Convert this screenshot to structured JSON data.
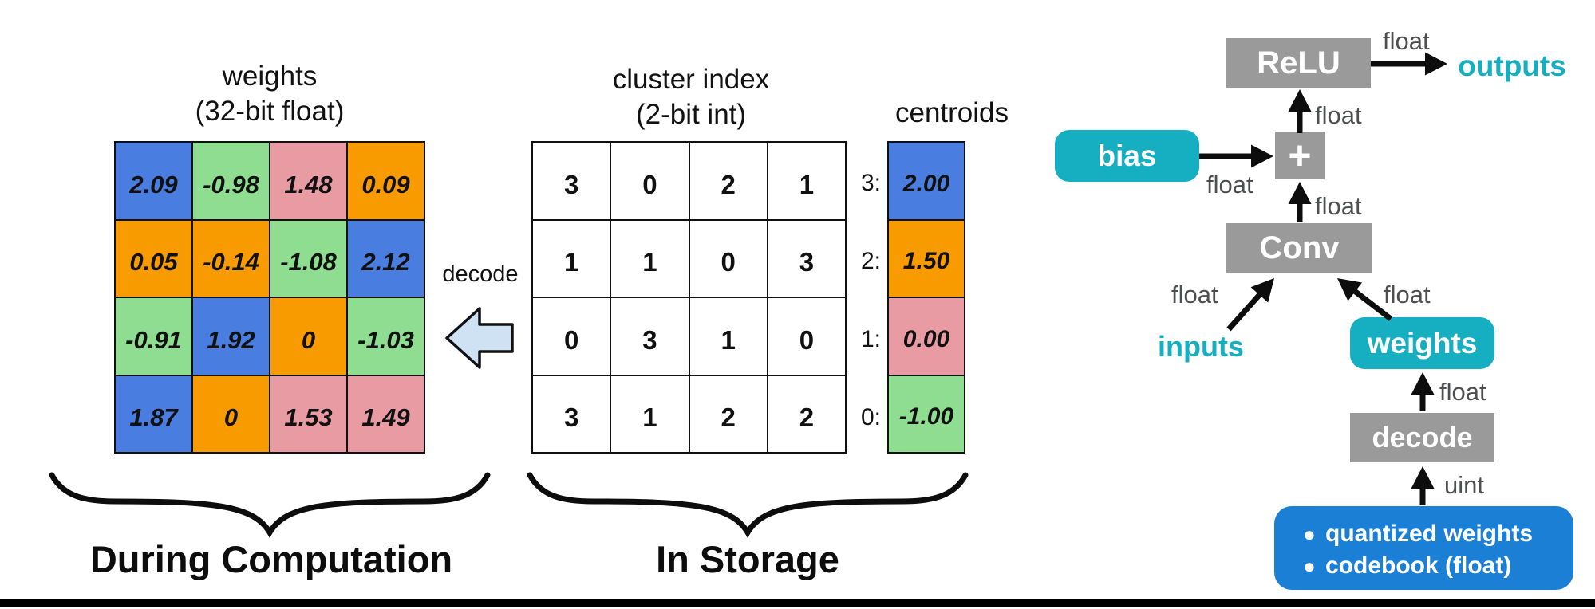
{
  "colors": {
    "blue": "#4a7de0",
    "green": "#8edd91",
    "orange": "#f89b00",
    "pink": "#e99ba3",
    "teal": "#16afc2",
    "gray": "#9a9a9a",
    "blue_box": "#1b80d5",
    "decode_arrow_fill": "#cfe2f3"
  },
  "computation": {
    "title": [
      "weights",
      "(32-bit float)"
    ],
    "caption": "During Computation",
    "matrix": [
      [
        "2.09",
        "-0.98",
        "1.48",
        "0.09"
      ],
      [
        "0.05",
        "-0.14",
        "-1.08",
        "2.12"
      ],
      [
        "-0.91",
        "1.92",
        "0",
        "-1.03"
      ],
      [
        "1.87",
        "0",
        "1.53",
        "1.49"
      ]
    ],
    "matrix_colors": [
      [
        "blue",
        "green",
        "pink",
        "orange"
      ],
      [
        "orange",
        "orange",
        "green",
        "blue"
      ],
      [
        "green",
        "blue",
        "orange",
        "green"
      ],
      [
        "blue",
        "orange",
        "pink",
        "pink"
      ]
    ],
    "decode_label": "decode"
  },
  "storage": {
    "title": [
      "cluster index",
      "(2-bit int)"
    ],
    "caption": "In Storage",
    "matrix": [
      [
        "3",
        "0",
        "2",
        "1"
      ],
      [
        "1",
        "1",
        "0",
        "3"
      ],
      [
        "0",
        "3",
        "1",
        "0"
      ],
      [
        "3",
        "1",
        "2",
        "2"
      ]
    ],
    "centroids_title": "centroids",
    "centroids": [
      {
        "label": "3:",
        "value": "2.00",
        "color": "blue"
      },
      {
        "label": "2:",
        "value": "1.50",
        "color": "orange"
      },
      {
        "label": "1:",
        "value": "0.00",
        "color": "pink"
      },
      {
        "label": "0:",
        "value": "-1.00",
        "color": "green"
      }
    ]
  },
  "graph": {
    "relu": "ReLU",
    "plus": "+",
    "conv": "Conv",
    "bias": "bias",
    "weights": "weights",
    "decode": "decode",
    "outputs": "outputs",
    "inputs": "inputs",
    "storage_box_items": [
      "quantized weights",
      "codebook (float)"
    ],
    "labels": {
      "relu_out": "float",
      "relu_in": "float",
      "bias_out": "float",
      "plus_in": "float",
      "conv_in_left": "float",
      "conv_in_right": "float",
      "weights_in": "float",
      "decode_in": "uint"
    }
  }
}
